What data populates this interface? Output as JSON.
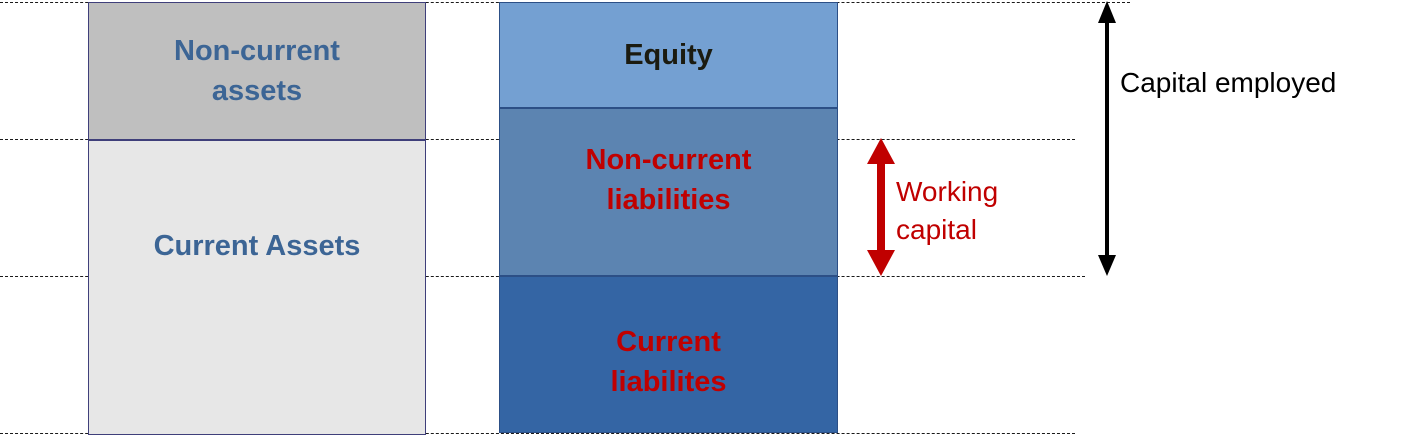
{
  "assets": {
    "non_current": "Non-current\nassets",
    "current": "Current Assets"
  },
  "liabilities": {
    "equity": "Equity",
    "non_current": "Non-current\nliabilities",
    "current": "Current\nliabilites"
  },
  "annotations": {
    "capital_employed": "Capital employed",
    "working_capital": "Working\ncapital"
  },
  "colors": {
    "non_current_assets": "#bfbfbf",
    "current_assets": "#e7e7e7",
    "equity": "#74a0d2",
    "non_current_liabilities": "#5c84b1",
    "current_liabilities": "#3465a4",
    "asset_text": "#3c6595",
    "liability_text": "#c00000",
    "capital_employed_arrow": "#000000",
    "working_capital_arrow": "#c00000"
  }
}
